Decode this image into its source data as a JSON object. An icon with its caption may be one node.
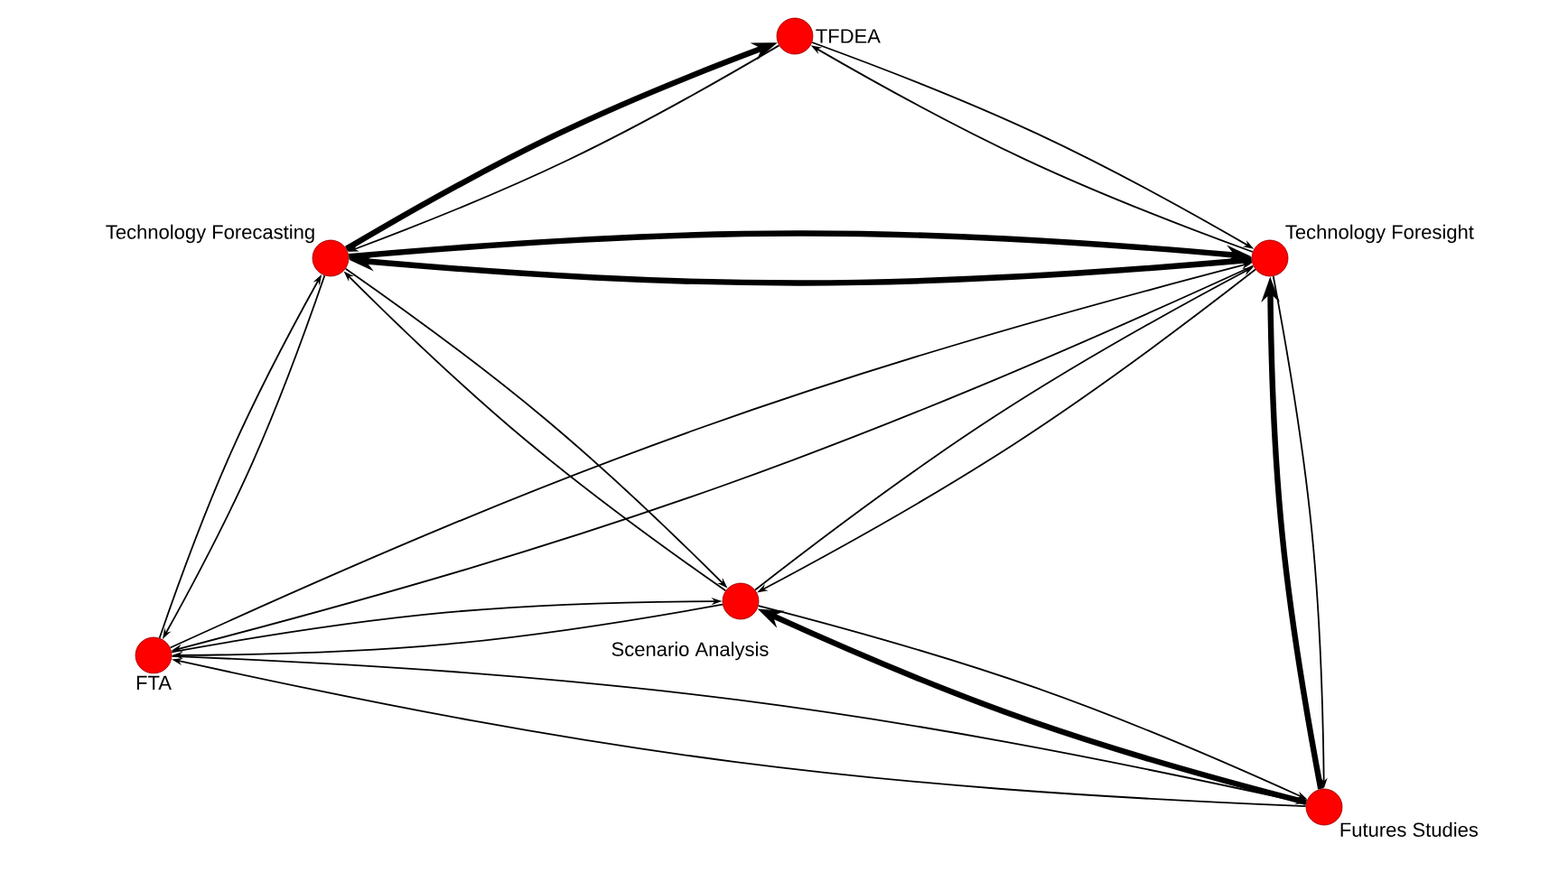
{
  "diagram": {
    "nodes": [
      {
        "text": [
          "TFDEA"
        ]
      },
      {
        "text": [
          "Technology Forecasting"
        ]
      },
      {
        "text": [
          "Technology Foresight"
        ]
      },
      {
        "text": [
          "Scenario Analysis"
        ]
      },
      {
        "text": [
          "FTA"
        ]
      },
      {
        "text": [
          "Futures Studies"
        ]
      }
    ],
    "edges": [
      {
        "from": 1,
        "to": 0,
        "arrow": "to",
        "style": "thick"
      },
      {
        "from": 0,
        "to": 1,
        "arrow": "to"
      },
      {
        "from": 0,
        "to": 2,
        "arrow": "to"
      },
      {
        "from": 2,
        "to": 0,
        "arrow": "to"
      },
      {
        "from": 2,
        "to": 1,
        "arrow": "to",
        "style": "thick"
      },
      {
        "from": 1,
        "to": 2,
        "arrow": "to",
        "style": "thick"
      },
      {
        "from": 1,
        "to": 4,
        "arrow": "to"
      },
      {
        "from": 4,
        "to": 1,
        "arrow": "to"
      },
      {
        "from": 1,
        "to": 3,
        "arrow": "to"
      },
      {
        "from": 3,
        "to": 1,
        "arrow": "to"
      },
      {
        "from": 2,
        "to": 4,
        "arrow": "to"
      },
      {
        "from": 4,
        "to": 2,
        "arrow": "to"
      },
      {
        "from": 3,
        "to": 2,
        "arrow": "to"
      },
      {
        "from": 2,
        "to": 3,
        "arrow": "to"
      },
      {
        "from": 5,
        "to": 2,
        "arrow": "to",
        "style": "thick"
      },
      {
        "from": 2,
        "to": 5,
        "arrow": "to"
      },
      {
        "from": 5,
        "to": 3,
        "arrow": "to",
        "style": "thick"
      },
      {
        "from": 3,
        "to": 5,
        "arrow": "to"
      },
      {
        "from": 3,
        "to": 4,
        "arrow": "to"
      },
      {
        "from": 4,
        "to": 3,
        "arrow": "to"
      },
      {
        "from": 4,
        "to": 5,
        "arrow": "to"
      },
      {
        "from": 5,
        "to": 4,
        "arrow": "to"
      }
    ]
  }
}
